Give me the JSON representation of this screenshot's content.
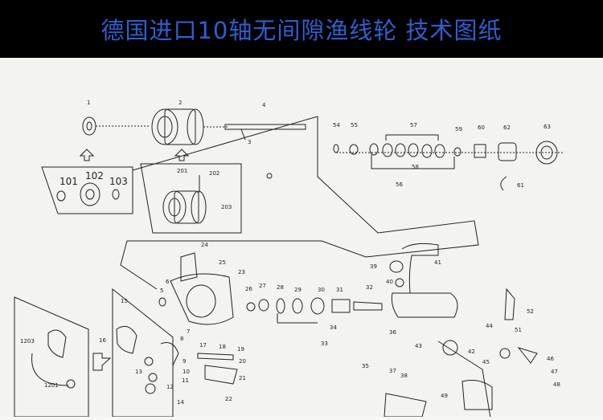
{
  "header": {
    "title": "德国进口10轴无间隙渔线轮 技术图纸"
  },
  "labels": {
    "l1": "1",
    "l2": "2",
    "l3": "3",
    "l4": "4",
    "l101": "101",
    "l102": "102",
    "l103": "103",
    "l201": "201",
    "l202": "202",
    "l203": "203",
    "l54": "54",
    "l55": "55",
    "l56": "56",
    "l57": "57",
    "l58": "58",
    "l59": "59",
    "l60": "60",
    "l61": "61",
    "l62": "62",
    "l63": "63",
    "l24": "24",
    "l25": "25",
    "l23": "23",
    "l6": "6",
    "l5": "5",
    "l26": "26",
    "l27": "27",
    "l28": "28",
    "l29": "29",
    "l30": "30",
    "l31": "31",
    "l32": "32",
    "l33": "33",
    "l34": "34",
    "l35": "35",
    "l36": "36",
    "l37": "37",
    "l38": "38",
    "l39": "39",
    "l40": "40",
    "l41": "41",
    "l42": "42",
    "l43": "43",
    "l44": "44",
    "l45": "45",
    "l46": "46",
    "l47": "47",
    "l48": "48",
    "l49": "49",
    "l51": "51",
    "l52": "52",
    "l7": "7",
    "l8": "8",
    "l9": "9",
    "l10": "10",
    "l11": "11",
    "l12": "12",
    "l13": "13",
    "l14": "14",
    "l15": "15",
    "l16": "16",
    "l17": "17",
    "l18": "18",
    "l19": "19",
    "l20": "20",
    "l21": "21",
    "l22": "22",
    "l1203": "1203",
    "l1201": "1201"
  }
}
